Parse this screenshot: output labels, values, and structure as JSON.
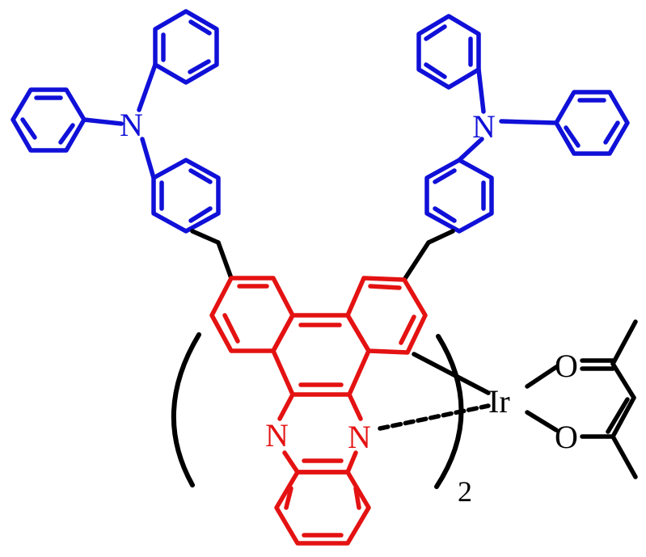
{
  "colors": {
    "donor": "#1010d8",
    "acceptor": "#e41212",
    "metal": "#000000"
  },
  "labels": {
    "n_donor_left": "N",
    "n_donor_right": "N",
    "n_core_left": "N",
    "n_core_right": "N",
    "metal": "Ir",
    "o_top": "O",
    "o_bottom": "O",
    "count": "2"
  }
}
